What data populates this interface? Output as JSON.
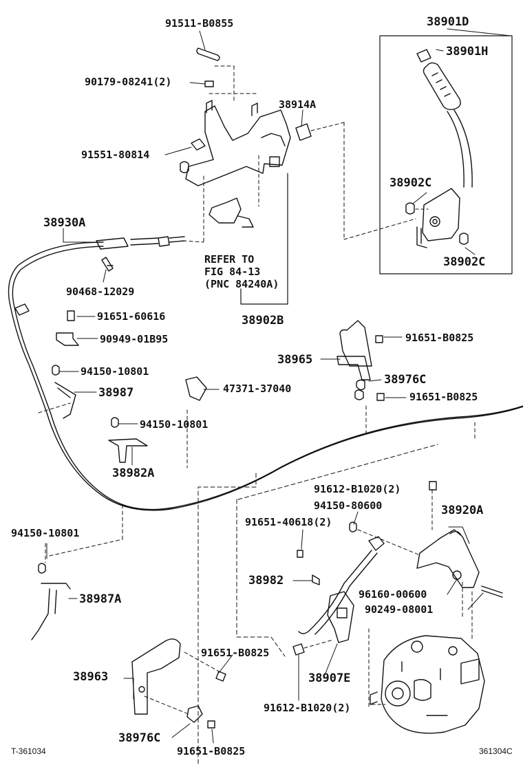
{
  "parts": {
    "p91511_b0855": "91511-B0855",
    "p90179_08241": "90179-08241(2)",
    "p38914a": "38914A",
    "p91551_80814": "91551-80814",
    "p38930a": "38930A",
    "p90468_12029": "90468-12029",
    "p91651_60616": "91651-60616",
    "p90949_01b95": "90949-01B95",
    "p94150_10801_a": "94150-10801",
    "p38987": "38987",
    "p47371_37040": "47371-37040",
    "p94150_10801_b": "94150-10801",
    "p38982a": "38982A",
    "p94150_10801_c": "94150-10801",
    "p38987a": "38987A",
    "p38901d": "38901D",
    "p38901h": "38901H",
    "p38902c_a": "38902C",
    "p38902c_b": "38902C",
    "p38902b": "38902B",
    "p91651_b0825_a": "91651-B0825",
    "p38965": "38965",
    "p38976c": "38976C",
    "p91651_b0825_b": "91651-B0825",
    "p91612_b1020_a": "91612-B1020(2)",
    "p94150_80600": "94150-80600",
    "p91651_40618": "91651-40618(2)",
    "p38920a": "38920A",
    "p38982": "38982",
    "p96160_00600": "96160-00600",
    "p90249_08001": "90249-08001",
    "p91651_b0825_c": "91651-B0825",
    "p38907e": "38907E",
    "p38963": "38963",
    "p91612_b1020_b": "91612-B1020(2)",
    "p38976c_b": "38976C",
    "p91651_b0825_d": "91651-B0825"
  },
  "note": "REFER TO\nFIG 84-13\n(PNC 84240A)",
  "footer": {
    "left_code": "T-361034",
    "right_code": "361304C"
  }
}
